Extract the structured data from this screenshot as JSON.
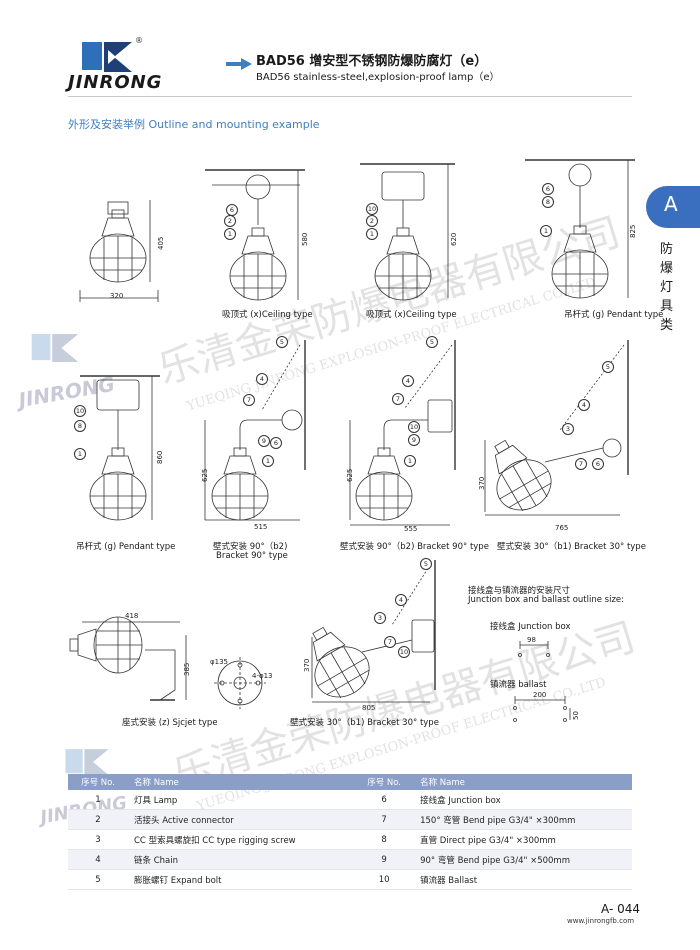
{
  "header": {
    "brand": "JINRONG",
    "reg_mark": "®",
    "title_cn": "BAD56 增安型不锈钢防爆防腐灯（e）",
    "title_en": "BAD56 stainless-steel,explosion-proof lamp（e）"
  },
  "section_title": "外形及安装举例 Outline and mounting example",
  "side_tab": {
    "letter": "A",
    "text": "防爆灯具类"
  },
  "watermark": {
    "cn": "乐清金荣防爆电器有限公司",
    "en": "YUEQING JINRONG EXPLOSION-PROOF ELECTRICAL CO.,LTD",
    "brand": "JINRONG"
  },
  "figures": [
    {
      "id": "fig1",
      "caption": "",
      "dims": [
        "405",
        "320"
      ]
    },
    {
      "id": "fig2",
      "caption": "吸顶式 (x)Ceiling type",
      "dims": [
        "580"
      ],
      "callouts": [
        "6",
        "2",
        "1"
      ]
    },
    {
      "id": "fig3",
      "caption": "吸顶式 (x)Ceiling type",
      "dims": [
        "620"
      ],
      "callouts": [
        "10",
        "2",
        "1"
      ]
    },
    {
      "id": "fig4",
      "caption": "吊杆式 (g) Pendant type",
      "dims": [
        "825"
      ],
      "callouts": [
        "6",
        "8",
        "1"
      ]
    },
    {
      "id": "fig5",
      "caption": "吊杆式 (g) Pendant type",
      "dims": [
        "860"
      ],
      "callouts": [
        "10",
        "8",
        "1"
      ]
    },
    {
      "id": "fig6",
      "caption_line1": "壁式安装 90°（b2)",
      "caption_line2": "Bracket  90°  type",
      "dims": [
        "625",
        "515"
      ],
      "callouts": [
        "5",
        "4",
        "7",
        "9",
        "6",
        "1"
      ]
    },
    {
      "id": "fig7",
      "caption": "壁式安装 90°（b2) Bracket  90°  type",
      "dims": [
        "625",
        "555"
      ],
      "callouts": [
        "5",
        "4",
        "7",
        "10",
        "9",
        "1"
      ]
    },
    {
      "id": "fig8",
      "caption": "壁式安装 30°（b1) Bracket  30°  type",
      "dims": [
        "370",
        "765"
      ],
      "callouts": [
        "5",
        "4",
        "3",
        "7",
        "6"
      ]
    },
    {
      "id": "fig9",
      "caption": "座式安装 (z)  Sjcjet type",
      "dims": [
        "418",
        "385"
      ]
    },
    {
      "id": "fig10",
      "caption": "",
      "dims": [
        "φ135",
        "4-φ13"
      ]
    },
    {
      "id": "fig11",
      "caption": "壁式安装 30°（b1) Bracket  30°  type",
      "dims": [
        "370",
        "805"
      ],
      "callouts": [
        "5",
        "4",
        "3",
        "7",
        "10"
      ]
    }
  ],
  "junction": {
    "title_cn": "接线盒与镇流器的安装尺寸",
    "title_en": "Junction box and ballast outline size:",
    "jb_label": "接线盒 Junction box",
    "jb_dim": "98",
    "ballast_label": "镇流器 ballast",
    "ballast_dims": [
      "200",
      "50"
    ]
  },
  "parts_table": {
    "headers": [
      "序号 No.",
      "名称 Name",
      "序号 No.",
      "名称 Name"
    ],
    "rows": [
      {
        "no1": "1",
        "name1": "灯具 Lamp",
        "no2": "6",
        "name2": "接线盒 Junction box"
      },
      {
        "no1": "2",
        "name1": "活接头 Active connector",
        "no2": "7",
        "name2": "150° 弯管 Bend pipe   G3/4\" ×300mm"
      },
      {
        "no1": "3",
        "name1": "CC 型索具螺旋扣 CC type rigging screw",
        "no2": "8",
        "name2": "直管 Direct pipe          G3/4\" ×300mm"
      },
      {
        "no1": "4",
        "name1": "链条 Chain",
        "no2": "9",
        "name2": "90° 弯管 Bend pipe   G3/4\" ×500mm"
      },
      {
        "no1": "5",
        "name1": "膨胀螺钉 Expand bolt",
        "no2": "10",
        "name2": "镇流器 Ballast"
      }
    ]
  },
  "footer": {
    "page": "A- 044",
    "site": "www.jinrongfb.com"
  },
  "colors": {
    "accent": "#3f7fc1",
    "tab": "#3a6fbf",
    "table_header": "#8a9ec7"
  }
}
